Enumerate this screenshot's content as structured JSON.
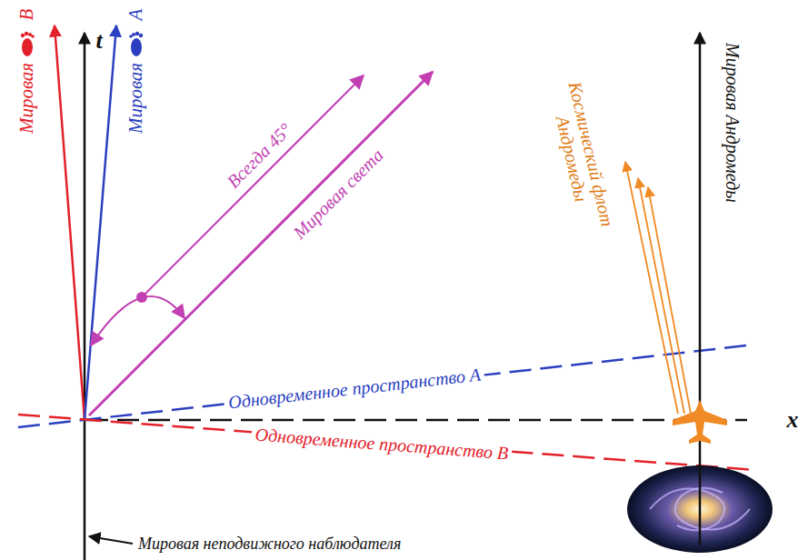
{
  "diagram": {
    "labels": [
      "t",
      "Мировая",
      "B",
      "Мировая",
      "A",
      "Всегда 45°",
      "Мировая света",
      "Одновременное пространство A",
      "Одновременное пространство B",
      "Космический флот Андромеды",
      "Мировая Андромеды",
      "x",
      "Мировая неподвижного наблюдателя"
    ]
  }
}
